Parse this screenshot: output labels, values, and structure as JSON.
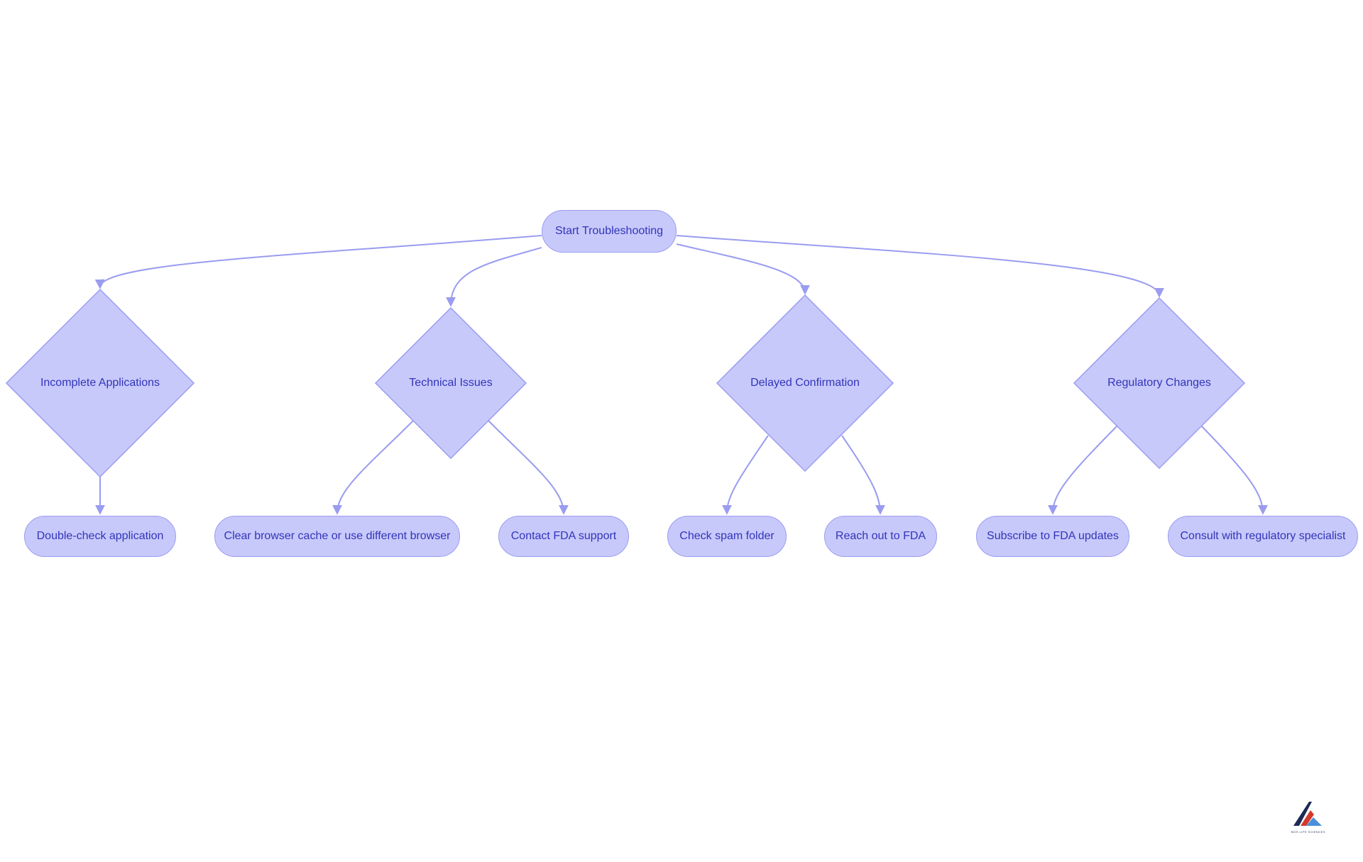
{
  "colors": {
    "node_fill": "#c8c9fb",
    "node_stroke": "#9a9cf0",
    "edge": "#9a9cf0",
    "text": "#3035b8"
  },
  "nodes": {
    "start": "Start Troubleshooting",
    "incomplete": "Incomplete Applications",
    "technical": "Technical Issues",
    "delayed": "Delayed Confirmation",
    "regulatory": "Regulatory Changes",
    "double_check": "Double-check application",
    "clear_cache": "Clear browser cache or use different browser",
    "contact_support": "Contact FDA support",
    "spam": "Check spam folder",
    "reach_out": "Reach out to FDA",
    "subscribe": "Subscribe to FDA updates",
    "consult": "Consult with regulatory specialist"
  },
  "edges": [
    [
      "start",
      "incomplete"
    ],
    [
      "start",
      "technical"
    ],
    [
      "start",
      "delayed"
    ],
    [
      "start",
      "regulatory"
    ],
    [
      "incomplete",
      "double_check"
    ],
    [
      "technical",
      "clear_cache"
    ],
    [
      "technical",
      "contact_support"
    ],
    [
      "delayed",
      "spam"
    ],
    [
      "delayed",
      "reach_out"
    ],
    [
      "regulatory",
      "subscribe"
    ],
    [
      "regulatory",
      "consult"
    ]
  ],
  "logo": {
    "icon": "company-logo-icon",
    "text": "BGS LIFE SCIENCES"
  }
}
